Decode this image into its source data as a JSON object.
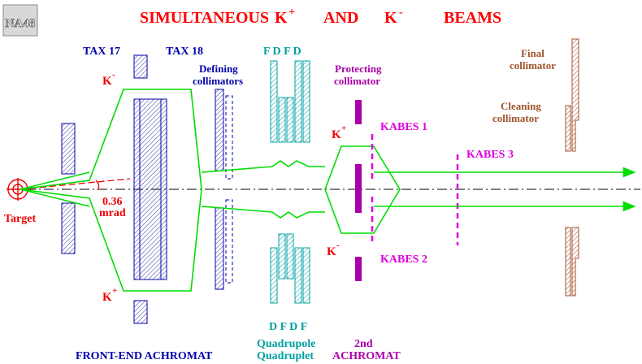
{
  "title": {
    "part1": "SIMULTANEOUS",
    "k_plus": "K",
    "sup_plus": "+",
    "and": "AND",
    "k_minus": "K",
    "sup_minus": "-",
    "beams": "BEAMS"
  },
  "logo": {
    "text": "NA48"
  },
  "labels": {
    "tax17": "TAX 17",
    "tax18": "TAX 18",
    "defining_1": "Defining",
    "defining_2": "collimators",
    "fdfd": "F D F D",
    "dfdf": "D F D F",
    "protecting_1": "Protecting",
    "protecting_2": "collimator",
    "final_1": "Final",
    "final_2": "collimator",
    "cleaning_1": "Cleaning",
    "cleaning_2": "collimator",
    "kabes1": "KABES 1",
    "kabes2": "KABES 2",
    "kabes3": "KABES 3",
    "target": "Target",
    "angle_value": "0.36",
    "angle_unit": "mrad",
    "k_letter": "K",
    "plus": "+",
    "minus": "-",
    "front_end": "FRONT-END ACHROMAT",
    "quadrupole": "Quadrupole",
    "quadruplet": "Quadruplet",
    "second": "2nd",
    "achromat": "ACHROMAT"
  },
  "colors": {
    "title": "#ff0000",
    "beam": "#00dd00",
    "tax": "#0000aa",
    "quad": "#00a0a0",
    "protect": "#aa00aa",
    "kabes": "#dd00dd",
    "collimator": "#a0522d",
    "axis": "#000000",
    "label_red": "#ee0000"
  }
}
